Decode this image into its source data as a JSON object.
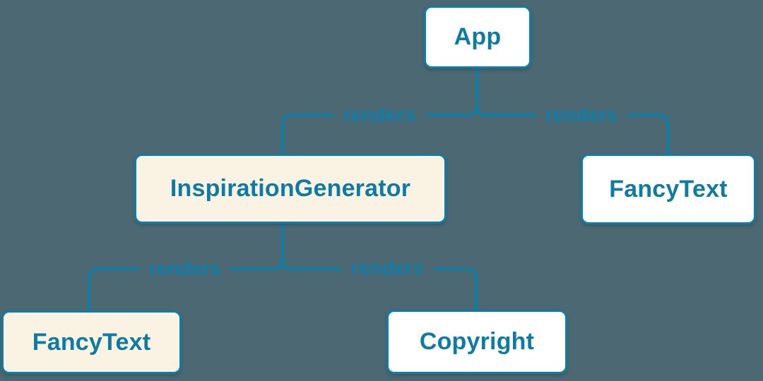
{
  "colors": {
    "background": "#4C6872",
    "accent_blue": "#0E7EA6",
    "node_text": "#0D7BA2",
    "node_fill_white": "#FFFFFF",
    "node_fill_cream": "#FAF2E2"
  },
  "diagram": {
    "nodes": [
      {
        "label": "App",
        "variant": "white"
      },
      {
        "label": "InspirationGenerator",
        "variant": "cream"
      },
      {
        "label": "FancyText",
        "variant": "white"
      },
      {
        "label": "FancyText",
        "variant": "cream"
      },
      {
        "label": "Copyright",
        "variant": "white"
      }
    ],
    "edges": [
      {
        "from": "App",
        "to": "InspirationGenerator",
        "label": "renders"
      },
      {
        "from": "App",
        "to": "FancyText",
        "label": "renders"
      },
      {
        "from": "InspirationGenerator",
        "to": "FancyText",
        "label": "renders"
      },
      {
        "from": "InspirationGenerator",
        "to": "Copyright",
        "label": "renders"
      }
    ]
  }
}
